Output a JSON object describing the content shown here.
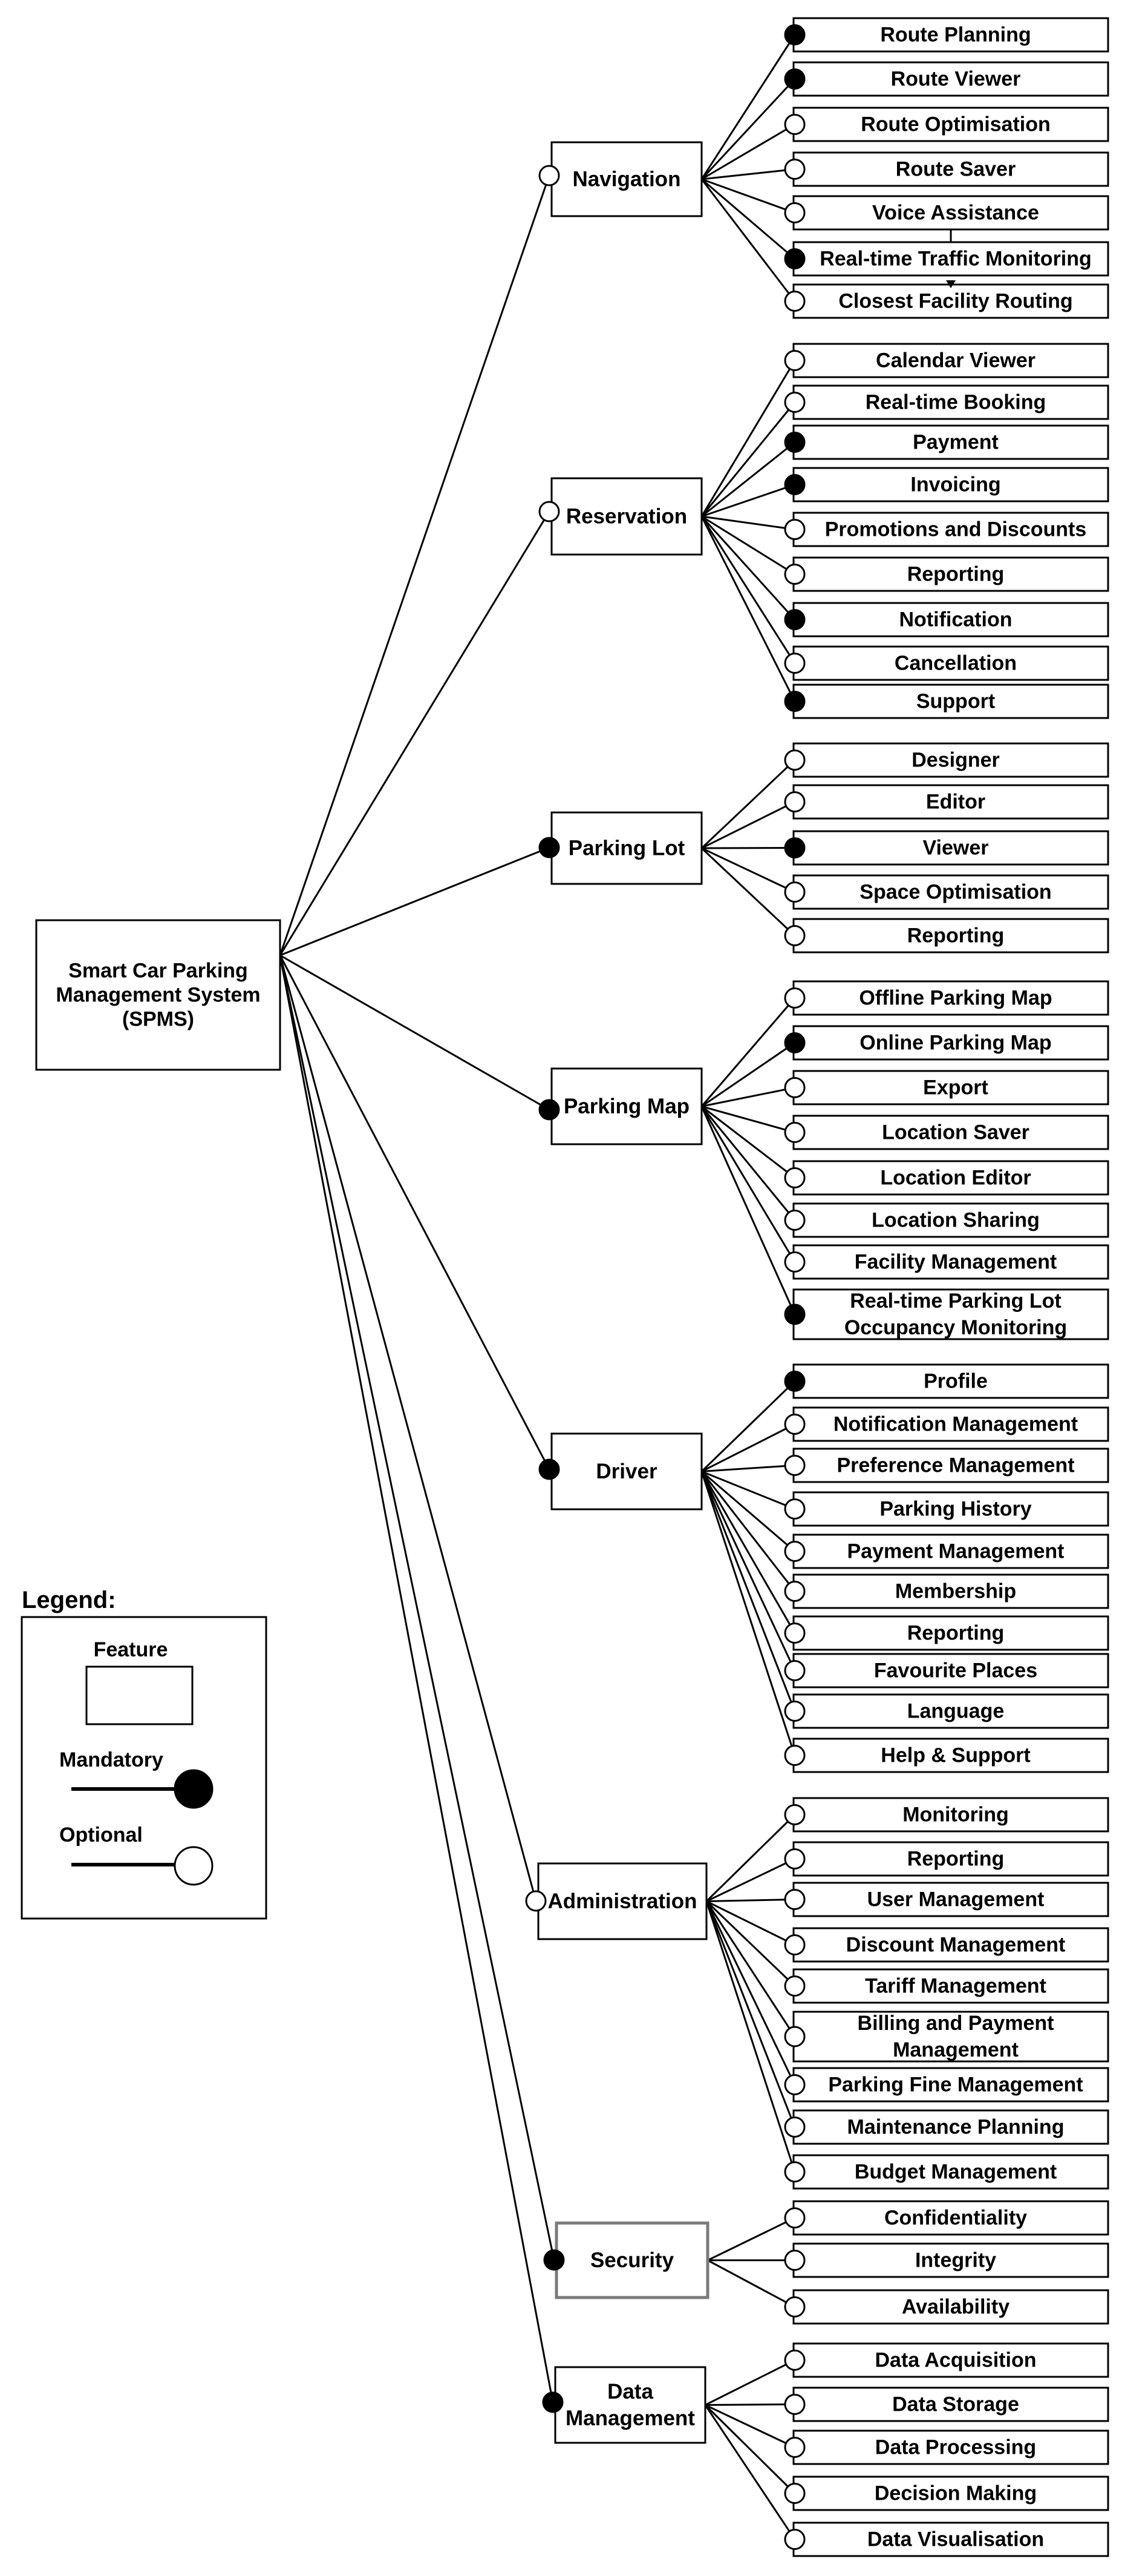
{
  "root": {
    "label_lines": [
      "Smart Car Parking",
      "Management System",
      "(SPMS)"
    ]
  },
  "legend": {
    "title": "Legend:",
    "feature_label": "Feature",
    "mandatory_label": "Mandatory",
    "optional_label": "Optional"
  },
  "branches": [
    {
      "label_lines": [
        "Navigation"
      ],
      "mandatory": false,
      "children": [
        {
          "label_lines": [
            "Route Planning"
          ],
          "mandatory": true
        },
        {
          "label_lines": [
            "Route Viewer"
          ],
          "mandatory": true
        },
        {
          "label_lines": [
            "Route Optimisation"
          ],
          "mandatory": false
        },
        {
          "label_lines": [
            "Route Saver"
          ],
          "mandatory": false
        },
        {
          "label_lines": [
            "Voice Assistance"
          ],
          "mandatory": false
        },
        {
          "label_lines": [
            "Real-time Traffic Monitoring"
          ],
          "mandatory": true
        },
        {
          "label_lines": [
            "Closest Facility Routing"
          ],
          "mandatory": false
        }
      ]
    },
    {
      "label_lines": [
        "Reservation"
      ],
      "mandatory": false,
      "children": [
        {
          "label_lines": [
            "Calendar Viewer"
          ],
          "mandatory": false
        },
        {
          "label_lines": [
            "Real-time Booking"
          ],
          "mandatory": false
        },
        {
          "label_lines": [
            "Payment"
          ],
          "mandatory": true
        },
        {
          "label_lines": [
            "Invoicing"
          ],
          "mandatory": true
        },
        {
          "label_lines": [
            "Promotions and Discounts"
          ],
          "mandatory": false
        },
        {
          "label_lines": [
            "Reporting"
          ],
          "mandatory": false
        },
        {
          "label_lines": [
            "Notification"
          ],
          "mandatory": true
        },
        {
          "label_lines": [
            "Cancellation"
          ],
          "mandatory": false
        },
        {
          "label_lines": [
            "Support"
          ],
          "mandatory": true
        }
      ]
    },
    {
      "label_lines": [
        "Parking Lot"
      ],
      "mandatory": true,
      "children": [
        {
          "label_lines": [
            "Designer"
          ],
          "mandatory": false
        },
        {
          "label_lines": [
            "Editor"
          ],
          "mandatory": false
        },
        {
          "label_lines": [
            "Viewer"
          ],
          "mandatory": true
        },
        {
          "label_lines": [
            "Space Optimisation"
          ],
          "mandatory": false
        },
        {
          "label_lines": [
            "Reporting"
          ],
          "mandatory": false
        }
      ]
    },
    {
      "label_lines": [
        "Parking Map"
      ],
      "mandatory": true,
      "children": [
        {
          "label_lines": [
            "Offline Parking Map"
          ],
          "mandatory": false
        },
        {
          "label_lines": [
            "Online Parking Map"
          ],
          "mandatory": true
        },
        {
          "label_lines": [
            "Export"
          ],
          "mandatory": false
        },
        {
          "label_lines": [
            "Location Saver"
          ],
          "mandatory": false
        },
        {
          "label_lines": [
            "Location Editor"
          ],
          "mandatory": false
        },
        {
          "label_lines": [
            "Location Sharing"
          ],
          "mandatory": false
        },
        {
          "label_lines": [
            "Facility Management"
          ],
          "mandatory": false
        },
        {
          "label_lines": [
            "Real-time Parking Lot",
            "Occupancy Monitoring"
          ],
          "mandatory": true
        }
      ]
    },
    {
      "label_lines": [
        "Driver"
      ],
      "mandatory": true,
      "children": [
        {
          "label_lines": [
            "Profile"
          ],
          "mandatory": true
        },
        {
          "label_lines": [
            "Notification Management"
          ],
          "mandatory": false
        },
        {
          "label_lines": [
            "Preference Management"
          ],
          "mandatory": false
        },
        {
          "label_lines": [
            "Parking History"
          ],
          "mandatory": false
        },
        {
          "label_lines": [
            "Payment Management"
          ],
          "mandatory": false
        },
        {
          "label_lines": [
            "Membership"
          ],
          "mandatory": false
        },
        {
          "label_lines": [
            "Reporting"
          ],
          "mandatory": false
        },
        {
          "label_lines": [
            "Favourite Places"
          ],
          "mandatory": false
        },
        {
          "label_lines": [
            "Language"
          ],
          "mandatory": false
        },
        {
          "label_lines": [
            "Help & Support"
          ],
          "mandatory": false
        }
      ]
    },
    {
      "label_lines": [
        "Administration"
      ],
      "mandatory": false,
      "children": [
        {
          "label_lines": [
            "Monitoring"
          ],
          "mandatory": false
        },
        {
          "label_lines": [
            "Reporting"
          ],
          "mandatory": false
        },
        {
          "label_lines": [
            "User Management"
          ],
          "mandatory": false
        },
        {
          "label_lines": [
            "Discount Management"
          ],
          "mandatory": false
        },
        {
          "label_lines": [
            "Tariff Management"
          ],
          "mandatory": false
        },
        {
          "label_lines": [
            "Billing and Payment",
            "Management"
          ],
          "mandatory": false
        },
        {
          "label_lines": [
            "Parking Fine Management"
          ],
          "mandatory": false
        },
        {
          "label_lines": [
            "Maintenance Planning"
          ],
          "mandatory": false
        },
        {
          "label_lines": [
            "Budget Management"
          ],
          "mandatory": false
        }
      ]
    },
    {
      "label_lines": [
        "Security"
      ],
      "mandatory": true,
      "children": [
        {
          "label_lines": [
            "Confidentiality"
          ],
          "mandatory": false
        },
        {
          "label_lines": [
            "Integrity"
          ],
          "mandatory": false
        },
        {
          "label_lines": [
            "Availability"
          ],
          "mandatory": false
        }
      ]
    },
    {
      "label_lines": [
        "Data",
        "Management"
      ],
      "mandatory": true,
      "children": [
        {
          "label_lines": [
            "Data Acquisition"
          ],
          "mandatory": false
        },
        {
          "label_lines": [
            "Data Storage"
          ],
          "mandatory": false
        },
        {
          "label_lines": [
            "Data Processing"
          ],
          "mandatory": false
        },
        {
          "label_lines": [
            "Decision Making"
          ],
          "mandatory": false
        },
        {
          "label_lines": [
            "Data Visualisation"
          ],
          "mandatory": false
        }
      ]
    }
  ]
}
